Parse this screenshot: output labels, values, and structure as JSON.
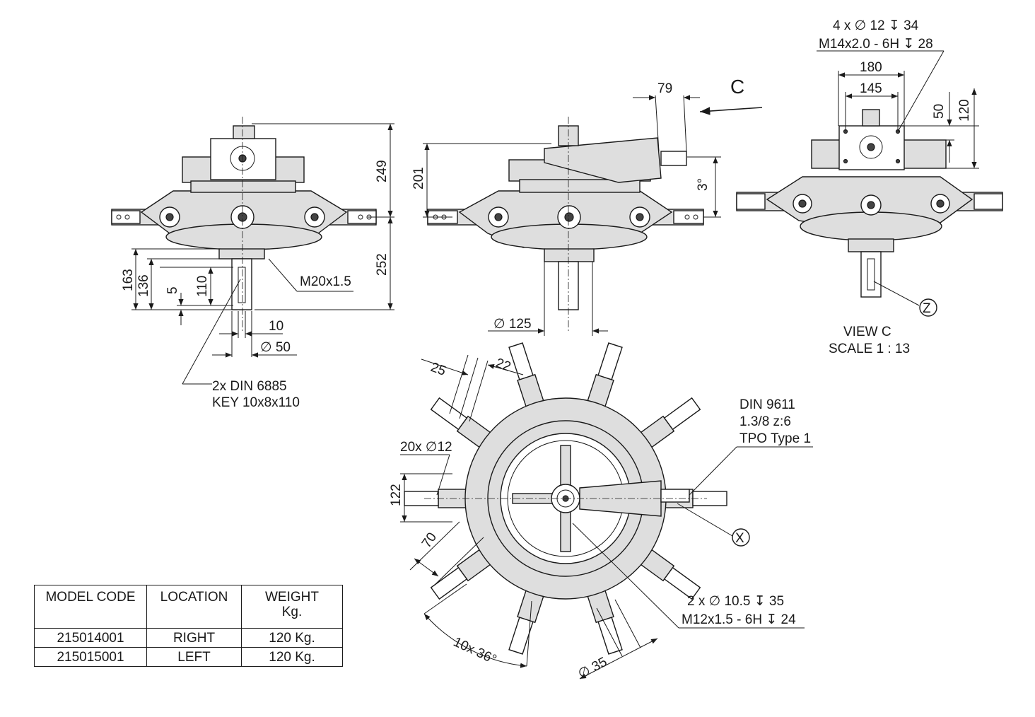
{
  "dims_front": {
    "d249": "249",
    "d252": "252",
    "d163": "163",
    "d136": "136",
    "d5": "5",
    "d110": "110",
    "d10": "10",
    "phi50": "∅ 50",
    "thread": "M20x1.5",
    "key_line1": "2x DIN 6885",
    "key_line2": "KEY 10x8x110"
  },
  "dims_side": {
    "d201": "201",
    "d79": "79",
    "angle": "3°",
    "phi125": "∅ 125",
    "view_arrow": "C"
  },
  "dims_view": {
    "holes_line1": "4 x ∅ 12 ↧ 34",
    "holes_line2": "M14x2.0 - 6H ↧ 28",
    "d180": "180",
    "d145": "145",
    "d50": "50",
    "d120": "120",
    "mark_z": "Z",
    "title": "VIEW C",
    "scale": "SCALE 1 : 13"
  },
  "dims_top": {
    "d25": "25",
    "d22": "22",
    "holes20": "20x ∅12",
    "d122": "122",
    "d70": "70",
    "angle": "10x 36°",
    "phi35": "∅ 35",
    "spline1": "DIN 9611",
    "spline2": "1.3/8 z:6",
    "spline3": "TPO Type 1",
    "mark_x": "X",
    "holes2_line1": "2 x ∅ 10.5 ↧ 35",
    "holes2_line2": "M12x1.5 - 6H ↧ 24"
  },
  "table": {
    "headers": [
      "MODEL CODE",
      "LOCATION",
      "WEIGHT",
      "Kg."
    ],
    "rows": [
      {
        "code": "215014001",
        "location": "RIGHT",
        "weight": "120 Kg."
      },
      {
        "code": "215015001",
        "location": "LEFT",
        "weight": "120 Kg."
      }
    ]
  }
}
